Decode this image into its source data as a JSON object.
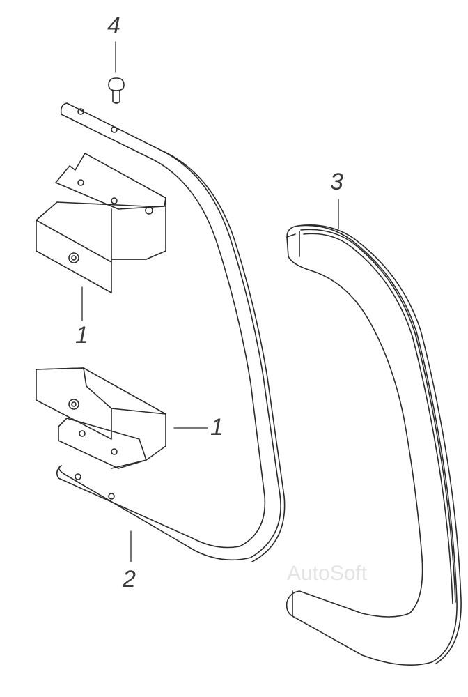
{
  "callouts": {
    "part_4": "4",
    "part_3": "3",
    "part_1_upper": "1",
    "part_1_lower": "1",
    "part_2": "2"
  },
  "watermark": "AutoSoft",
  "colors": {
    "line": "#2b2b2b",
    "background": "#ffffff"
  }
}
